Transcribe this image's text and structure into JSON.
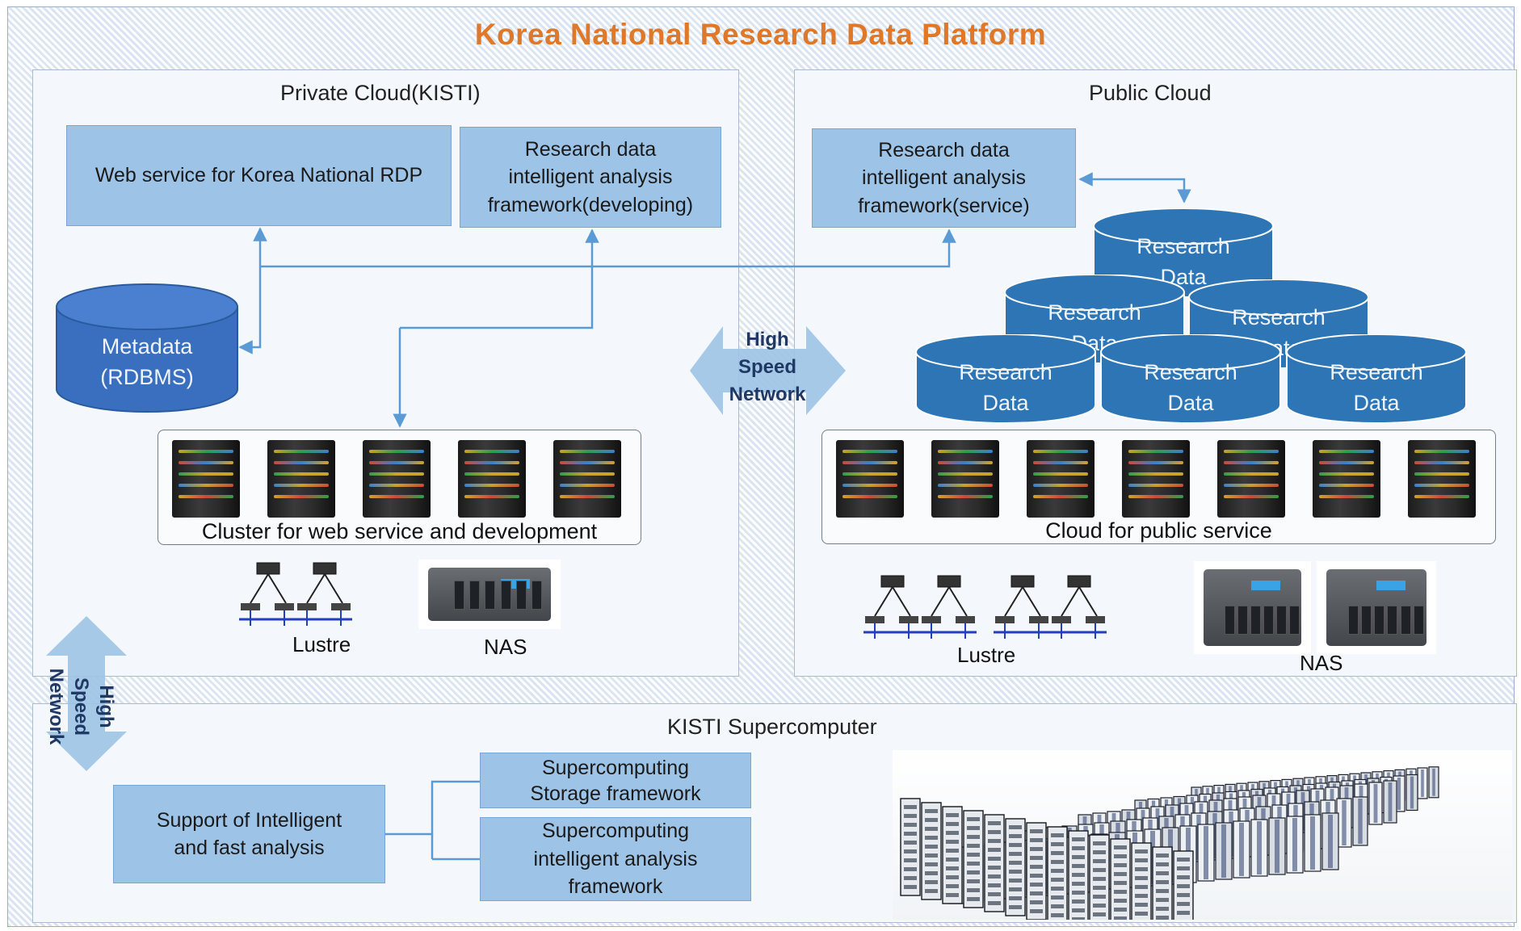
{
  "title": "Korea National  Research Data  Platform",
  "private_cloud": {
    "title": "Private Cloud(KISTI)",
    "web_service": "Web service for Korea National RDP",
    "framework_dev": [
      "Research data",
      "intelligent analysis",
      "framework(developing)"
    ],
    "metadata": [
      "Metadata",
      "(RDBMS)"
    ],
    "cluster_label": "Cluster for web  service and development",
    "lustre_label": "Lustre",
    "nas_label": "NAS"
  },
  "public_cloud": {
    "title": "Public Cloud",
    "framework_service": [
      "Research data",
      "intelligent analysis",
      "framework(service)"
    ],
    "research_data": [
      [
        "Research",
        "Data"
      ],
      [
        "Research",
        "Data"
      ],
      [
        "Research",
        "Data"
      ],
      [
        "Research",
        "Data"
      ],
      [
        "Research",
        "Data"
      ],
      [
        "Research",
        "Data"
      ]
    ],
    "cloud_label": "Cloud for public service",
    "lustre_label": "Lustre",
    "nas_label": "NAS"
  },
  "network": {
    "center": [
      "High",
      "Speed",
      "Network"
    ],
    "left": [
      "High",
      "Speed",
      "Network"
    ]
  },
  "supercomputer": {
    "title": "KISTI Supercomputer",
    "support": [
      "Support of Intelligent",
      "and fast analysis"
    ],
    "storage": [
      "Supercomputing",
      "Storage framework"
    ],
    "analysis": [
      "Supercomputing",
      "intelligent analysis",
      "framework"
    ]
  },
  "colors": {
    "title": "#e0782a",
    "box_fill": "#9dc3e6",
    "cylinder_fill": "#2e75b6",
    "arrow": "#5b9bd5",
    "network_arrow": "#9dc3e6",
    "network_text": "#1f3864"
  }
}
